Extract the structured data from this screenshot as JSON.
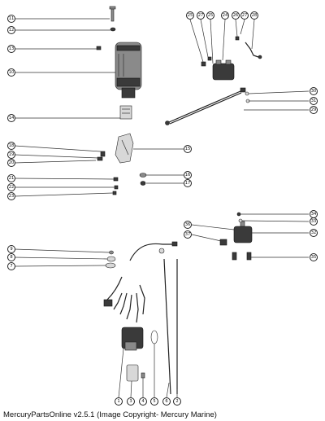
{
  "footer_text": "MercuryPartsOnline v2.5.1 (Image Copyright- Mercury Marine)",
  "callouts_left": [
    "11",
    "12",
    "13",
    "10",
    "14",
    "18",
    "19",
    "20",
    "15",
    "21",
    "22",
    "23",
    "16",
    "17",
    "9",
    "8",
    "7"
  ],
  "callouts_right": [
    "25",
    "27",
    "25",
    "24",
    "26",
    "27",
    "28",
    "30",
    "31",
    "29",
    "34",
    "33",
    "36",
    "37",
    "32",
    "35"
  ],
  "callouts_bottom": [
    "1",
    "3",
    "4",
    "5",
    "6",
    "2"
  ]
}
